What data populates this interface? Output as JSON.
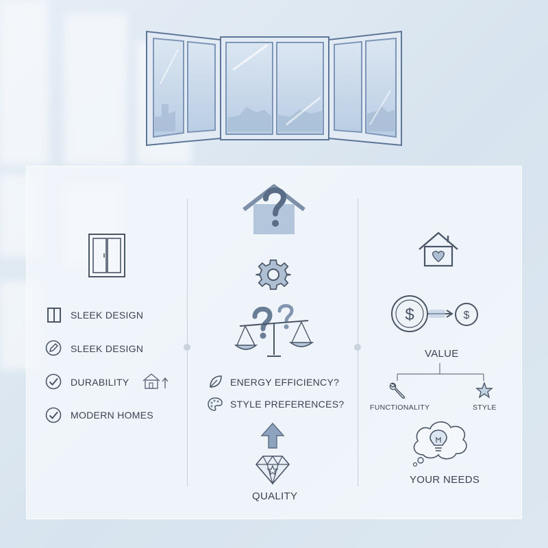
{
  "colors": {
    "icon_stroke": "#4a5566",
    "icon_fill": "#b4c6dc",
    "window_frame": "#8aa4c4",
    "glass": "#c3d5e8"
  },
  "left_column": {
    "items": [
      {
        "icon": "window-icon",
        "label": "SLEEK DESIGN"
      },
      {
        "icon": "pencil-icon",
        "label": "SLEEK DESIGN"
      },
      {
        "icon": "check-circle-icon",
        "label": "DURABILITY"
      },
      {
        "icon": "check-circle-icon",
        "label": "MODERN HOMES"
      }
    ]
  },
  "middle_column": {
    "questions": [
      {
        "icon": "leaf-icon",
        "label": "ENERGY EFFICIENCY?"
      },
      {
        "icon": "palette-icon",
        "label": "STYLE PREFERENCES?"
      }
    ],
    "bottom_label": "QUALITY"
  },
  "right_column": {
    "value_label": "VALUE",
    "branches": [
      {
        "icon": "wrench-icon",
        "label": "FUNCTIONALITY"
      },
      {
        "icon": "star-icon",
        "label": "STYLE"
      }
    ],
    "needs_label": "YOUR NEEDS",
    "currency_symbol": "$"
  }
}
